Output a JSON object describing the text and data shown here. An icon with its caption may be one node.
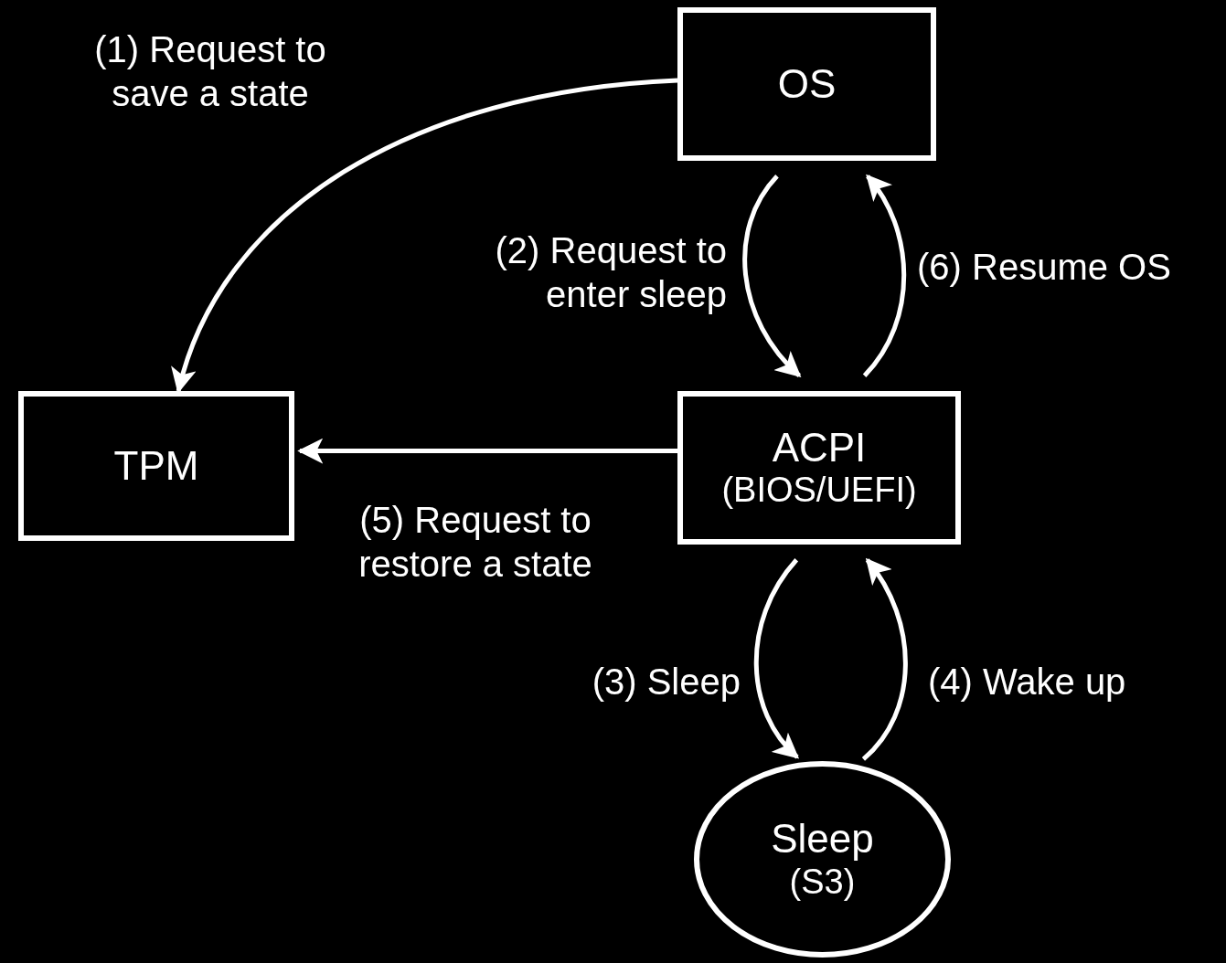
{
  "diagram": {
    "nodes": [
      {
        "text": [
          "OS"
        ]
      },
      {
        "text": [
          "TPM"
        ]
      },
      {
        "text": [
          "ACPI",
          "(BIOS/UEFI)"
        ]
      },
      {
        "text": [
          "Sleep",
          "(S3)"
        ]
      }
    ],
    "edges": [
      {
        "from": 0,
        "to": 1,
        "arrow": "to",
        "label": "(1) Request to save a state"
      },
      {
        "from": 0,
        "to": 2,
        "arrow": "to",
        "label": "(2) Request to enter sleep"
      },
      {
        "from": 2,
        "to": 3,
        "arrow": "to",
        "label": "(3) Sleep"
      },
      {
        "from": 3,
        "to": 2,
        "arrow": "to",
        "label": "(4) Wake up"
      },
      {
        "from": 2,
        "to": 1,
        "arrow": "to",
        "label": "(5) Request to restore a state"
      },
      {
        "from": 2,
        "to": 0,
        "arrow": "to",
        "label": "(6) Resume OS"
      }
    ]
  }
}
